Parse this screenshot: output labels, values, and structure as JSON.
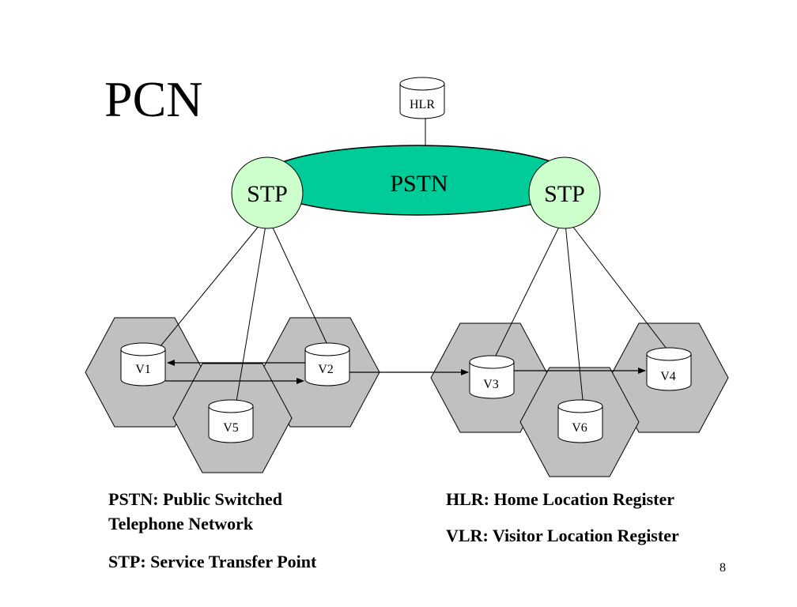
{
  "slide": {
    "title": "PCN",
    "page_number": "8"
  },
  "network": {
    "pstn_label": "PSTN",
    "hlr_label": "HLR",
    "stp_left_label": "STP",
    "stp_right_label": "STP",
    "vlr_labels": [
      "V1",
      "V2",
      "V3",
      "V4",
      "V5",
      "V6"
    ]
  },
  "legend": {
    "pstn": "PSTN: Public Switched",
    "pstn_cont": "Telephone Network",
    "stp": "STP: Service Transfer Point",
    "hlr": "HLR: Home Location Register",
    "vlr": "VLR: Visitor Location Register"
  },
  "colors": {
    "pstn_fill": "#00cc99",
    "stp_fill": "#ccffcc",
    "cell_fill": "#c0c0c0",
    "db_fill": "#ffffff"
  }
}
